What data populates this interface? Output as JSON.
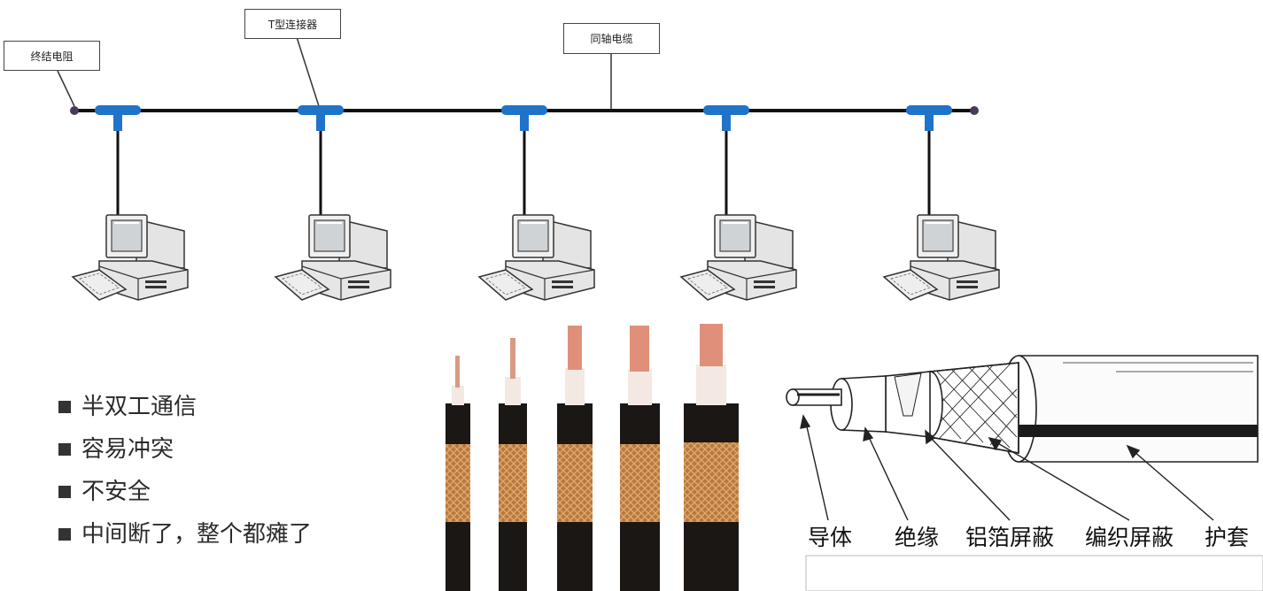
{
  "network": {
    "callouts": {
      "terminator": "终结电阻",
      "t_connector": "T型连接器",
      "coax_cable": "同轴电缆"
    },
    "computers_count_shown": 5
  },
  "bullets": [
    "半双工通信",
    "容易冲突",
    "不安全",
    "中间断了，整个都瘫了"
  ],
  "cable_parts": {
    "conductor": "导体",
    "insulation": "绝缘",
    "foil_shield": "铝箔屏蔽",
    "braid_shield": "编织屏蔽",
    "jacket": "护套"
  },
  "colors": {
    "bus_line": "#111111",
    "t_connector": "#1f74c9",
    "copper": "#c98a4e",
    "cable_jacket": "#1b1714"
  }
}
